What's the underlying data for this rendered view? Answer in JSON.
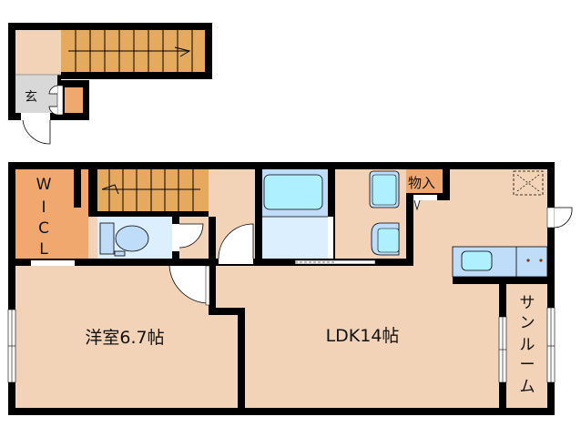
{
  "plan": {
    "upper_floor": {
      "entrance_label": "玄"
    },
    "main_floor": {
      "walk_in_closet": [
        "W",
        "I",
        "C",
        "L"
      ],
      "western_room": "洋室6.7帖",
      "ldk": "LDK14帖",
      "storage": "物入",
      "sunroom": [
        "サ",
        "ン",
        "ル",
        "ー",
        "ム"
      ]
    }
  },
  "colors": {
    "wall": "#000000",
    "room_floor": "#f2d3b7",
    "stairs": "#e6aa5e",
    "closet": "#f0a86e",
    "entrance": "#d8d8d8",
    "wet_area": "#dcefff",
    "fixture_blue": "#bfdcf9",
    "fixture_cyan": "#aef0ff"
  }
}
